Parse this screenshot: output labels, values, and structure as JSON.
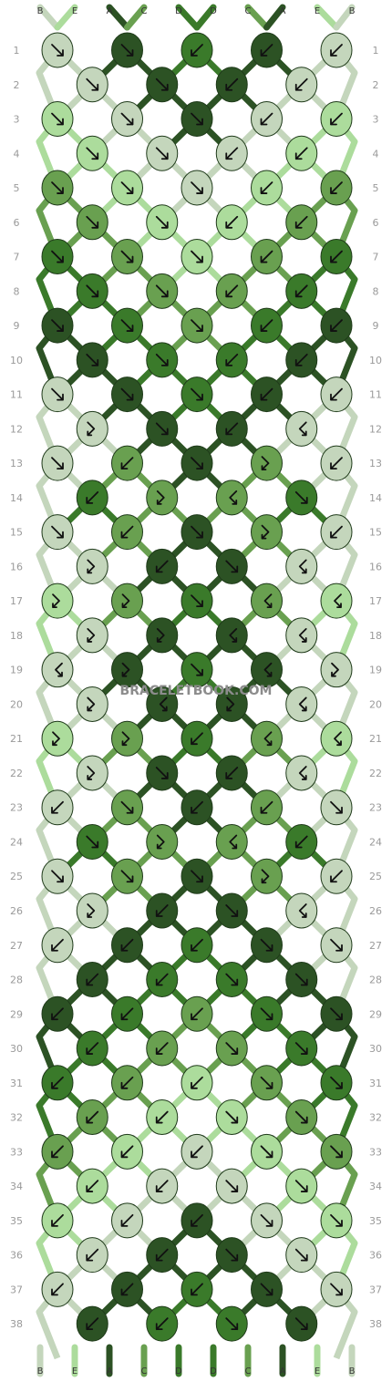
{
  "site": {
    "watermark": "BRACELETBOOK.COM"
  },
  "colors": {
    "A": "#2c5224",
    "B": "#c4d6bc",
    "C": "#69a050",
    "D": "#3a7a2a",
    "E": "#acdc9c"
  },
  "strands": {
    "top": [
      "B",
      "E",
      "A",
      "C",
      "D",
      "D",
      "C",
      "A",
      "E",
      "B"
    ],
    "bottom": [
      "B",
      "E",
      "A",
      "C",
      "D",
      "D",
      "C",
      "A",
      "E",
      "B"
    ]
  },
  "rows": [
    {
      "n": 1,
      "knots": [
        [
          "B",
          "r"
        ],
        [
          "A",
          "r"
        ],
        [
          "D",
          "l"
        ],
        [
          "A",
          "l"
        ],
        [
          "B",
          "l"
        ]
      ]
    },
    {
      "n": 2,
      "knots": [
        [
          "B",
          "r"
        ],
        [
          "A",
          "r"
        ],
        [
          "A",
          "l"
        ],
        [
          "B",
          "l"
        ]
      ]
    },
    {
      "n": 3,
      "knots": [
        [
          "E",
          "r"
        ],
        [
          "B",
          "r"
        ],
        [
          "A",
          "r"
        ],
        [
          "B",
          "l"
        ],
        [
          "E",
          "l"
        ]
      ]
    },
    {
      "n": 4,
      "knots": [
        [
          "E",
          "r"
        ],
        [
          "B",
          "r"
        ],
        [
          "B",
          "l"
        ],
        [
          "E",
          "l"
        ]
      ]
    },
    {
      "n": 5,
      "knots": [
        [
          "C",
          "r"
        ],
        [
          "E",
          "r"
        ],
        [
          "B",
          "r"
        ],
        [
          "E",
          "l"
        ],
        [
          "C",
          "l"
        ]
      ]
    },
    {
      "n": 6,
      "knots": [
        [
          "C",
          "r"
        ],
        [
          "E",
          "r"
        ],
        [
          "E",
          "l"
        ],
        [
          "C",
          "l"
        ]
      ]
    },
    {
      "n": 7,
      "knots": [
        [
          "D",
          "r"
        ],
        [
          "C",
          "r"
        ],
        [
          "E",
          "r"
        ],
        [
          "C",
          "l"
        ],
        [
          "D",
          "l"
        ]
      ]
    },
    {
      "n": 8,
      "knots": [
        [
          "D",
          "r"
        ],
        [
          "C",
          "r"
        ],
        [
          "C",
          "l"
        ],
        [
          "D",
          "l"
        ]
      ]
    },
    {
      "n": 9,
      "knots": [
        [
          "A",
          "r"
        ],
        [
          "D",
          "r"
        ],
        [
          "C",
          "r"
        ],
        [
          "D",
          "l"
        ],
        [
          "A",
          "l"
        ]
      ]
    },
    {
      "n": 10,
      "knots": [
        [
          "A",
          "r"
        ],
        [
          "D",
          "r"
        ],
        [
          "D",
          "l"
        ],
        [
          "A",
          "l"
        ]
      ]
    },
    {
      "n": 11,
      "knots": [
        [
          "B",
          "r"
        ],
        [
          "A",
          "r"
        ],
        [
          "D",
          "r"
        ],
        [
          "A",
          "l"
        ],
        [
          "B",
          "l"
        ]
      ]
    },
    {
      "n": 12,
      "knots": [
        [
          "B",
          "rl"
        ],
        [
          "A",
          "r"
        ],
        [
          "A",
          "l"
        ],
        [
          "B",
          "lr"
        ]
      ]
    },
    {
      "n": 13,
      "knots": [
        [
          "B",
          "r"
        ],
        [
          "C",
          "l"
        ],
        [
          "A",
          "r"
        ],
        [
          "C",
          "rl"
        ],
        [
          "B",
          "l"
        ]
      ]
    },
    {
      "n": 14,
      "knots": [
        [
          "D",
          "l"
        ],
        [
          "C",
          "rl"
        ],
        [
          "C",
          "lr"
        ],
        [
          "D",
          "r"
        ]
      ]
    },
    {
      "n": 15,
      "knots": [
        [
          "B",
          "r"
        ],
        [
          "C",
          "l"
        ],
        [
          "A",
          "r"
        ],
        [
          "C",
          "rl"
        ],
        [
          "B",
          "l"
        ]
      ]
    },
    {
      "n": 16,
      "knots": [
        [
          "B",
          "rl"
        ],
        [
          "A",
          "l"
        ],
        [
          "A",
          "r"
        ],
        [
          "B",
          "lr"
        ]
      ]
    },
    {
      "n": 17,
      "knots": [
        [
          "E",
          "rl"
        ],
        [
          "C",
          "rl"
        ],
        [
          "D",
          "r"
        ],
        [
          "C",
          "lr"
        ],
        [
          "E",
          "lr"
        ]
      ]
    },
    {
      "n": 18,
      "knots": [
        [
          "B",
          "rl"
        ],
        [
          "A",
          "rl"
        ],
        [
          "A",
          "lr"
        ],
        [
          "B",
          "lr"
        ]
      ]
    },
    {
      "n": 19,
      "knots": [
        [
          "B",
          "lr"
        ],
        [
          "A",
          "rl"
        ],
        [
          "D",
          "r"
        ],
        [
          "A",
          "lr"
        ],
        [
          "B",
          "rl"
        ]
      ]
    },
    {
      "n": 20,
      "knots": [
        [
          "B",
          "rl"
        ],
        [
          "A",
          "lr"
        ],
        [
          "A",
          "rl"
        ],
        [
          "B",
          "lr"
        ]
      ]
    },
    {
      "n": 21,
      "knots": [
        [
          "E",
          "rl"
        ],
        [
          "C",
          "rl"
        ],
        [
          "D",
          "l"
        ],
        [
          "C",
          "lr"
        ],
        [
          "E",
          "lr"
        ]
      ]
    },
    {
      "n": 22,
      "knots": [
        [
          "B",
          "rl"
        ],
        [
          "A",
          "r"
        ],
        [
          "A",
          "l"
        ],
        [
          "B",
          "lr"
        ]
      ]
    },
    {
      "n": 23,
      "knots": [
        [
          "B",
          "l"
        ],
        [
          "C",
          "r"
        ],
        [
          "A",
          "l"
        ],
        [
          "C",
          "l"
        ],
        [
          "B",
          "r"
        ]
      ]
    },
    {
      "n": 24,
      "knots": [
        [
          "D",
          "r"
        ],
        [
          "C",
          "rl"
        ],
        [
          "C",
          "lr"
        ],
        [
          "D",
          "l"
        ]
      ]
    },
    {
      "n": 25,
      "knots": [
        [
          "B",
          "r"
        ],
        [
          "C",
          "r"
        ],
        [
          "A",
          "r"
        ],
        [
          "C",
          "rl"
        ],
        [
          "B",
          "l"
        ]
      ]
    },
    {
      "n": 26,
      "knots": [
        [
          "B",
          "rl"
        ],
        [
          "A",
          "l"
        ],
        [
          "A",
          "r"
        ],
        [
          "B",
          "lr"
        ]
      ]
    },
    {
      "n": 27,
      "knots": [
        [
          "B",
          "l"
        ],
        [
          "A",
          "l"
        ],
        [
          "D",
          "l"
        ],
        [
          "A",
          "r"
        ],
        [
          "B",
          "r"
        ]
      ]
    },
    {
      "n": 28,
      "knots": [
        [
          "A",
          "l"
        ],
        [
          "D",
          "l"
        ],
        [
          "D",
          "r"
        ],
        [
          "A",
          "r"
        ]
      ]
    },
    {
      "n": 29,
      "knots": [
        [
          "A",
          "l"
        ],
        [
          "D",
          "l"
        ],
        [
          "C",
          "l"
        ],
        [
          "D",
          "r"
        ],
        [
          "A",
          "r"
        ]
      ]
    },
    {
      "n": 30,
      "knots": [
        [
          "D",
          "l"
        ],
        [
          "C",
          "l"
        ],
        [
          "C",
          "r"
        ],
        [
          "D",
          "r"
        ]
      ]
    },
    {
      "n": 31,
      "knots": [
        [
          "D",
          "l"
        ],
        [
          "C",
          "l"
        ],
        [
          "E",
          "l"
        ],
        [
          "C",
          "r"
        ],
        [
          "D",
          "r"
        ]
      ]
    },
    {
      "n": 32,
      "knots": [
        [
          "C",
          "l"
        ],
        [
          "E",
          "l"
        ],
        [
          "E",
          "r"
        ],
        [
          "C",
          "r"
        ]
      ]
    },
    {
      "n": 33,
      "knots": [
        [
          "C",
          "l"
        ],
        [
          "E",
          "l"
        ],
        [
          "B",
          "l"
        ],
        [
          "E",
          "r"
        ],
        [
          "C",
          "r"
        ]
      ]
    },
    {
      "n": 34,
      "knots": [
        [
          "E",
          "l"
        ],
        [
          "B",
          "l"
        ],
        [
          "B",
          "r"
        ],
        [
          "E",
          "r"
        ]
      ]
    },
    {
      "n": 35,
      "knots": [
        [
          "E",
          "l"
        ],
        [
          "B",
          "l"
        ],
        [
          "A",
          "l"
        ],
        [
          "B",
          "r"
        ],
        [
          "E",
          "r"
        ]
      ]
    },
    {
      "n": 36,
      "knots": [
        [
          "B",
          "l"
        ],
        [
          "A",
          "l"
        ],
        [
          "A",
          "r"
        ],
        [
          "B",
          "r"
        ]
      ]
    },
    {
      "n": 37,
      "knots": [
        [
          "B",
          "l"
        ],
        [
          "A",
          "l"
        ],
        [
          "D",
          "l"
        ],
        [
          "A",
          "r"
        ],
        [
          "B",
          "r"
        ]
      ]
    },
    {
      "n": 38,
      "knots": [
        [
          "A",
          "l"
        ],
        [
          "D",
          "l"
        ],
        [
          "D",
          "r"
        ],
        [
          "A",
          "r"
        ]
      ]
    }
  ]
}
